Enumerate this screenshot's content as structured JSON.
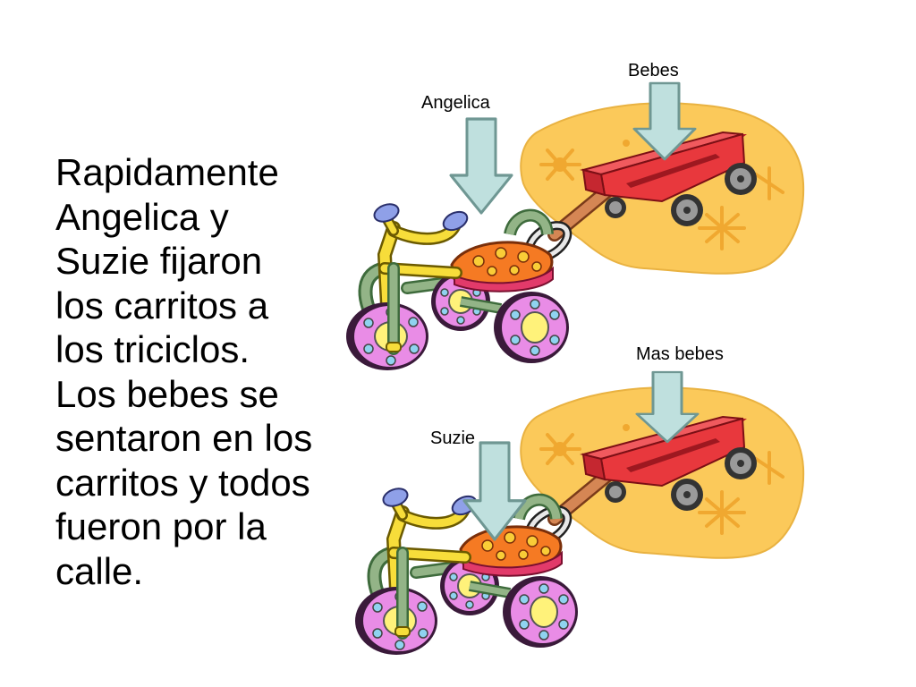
{
  "slide": {
    "body_lines": [
      "Rapidamente",
      "Angelica y",
      "Suzie fijaron",
      "los carritos a",
      "los triciclos.",
      "Los bebes se",
      "sentaron en los",
      "carritos y todos",
      "fueron por la",
      "calle."
    ],
    "callouts": {
      "bebes": "Bebes",
      "angelica": "Angelica",
      "mas_bebes": "Mas bebes",
      "suzie": "Suzie"
    }
  },
  "colors": {
    "wagon_red": "#e8383d",
    "blob_orange": "#fbc95a",
    "arrow_fill": "#bfe0de",
    "arrow_stroke": "#6f9793",
    "wheel_pink": "#e98ce6",
    "frame_yellow": "#f7dd3a",
    "frame_green": "#93b487",
    "seat_orange": "#f57a23"
  },
  "icons": [
    "tricycle-icon",
    "wagon-icon",
    "down-arrow-icon"
  ]
}
